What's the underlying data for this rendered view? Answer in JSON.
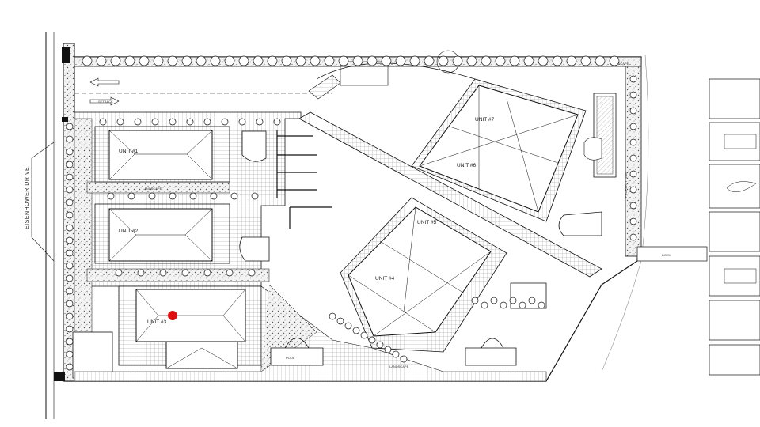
{
  "road": {
    "name": "EISENHOWER DRIVE"
  },
  "labels": {
    "setback": "SETBACK",
    "landscape": "LANDSCAPE",
    "pool": "POOL",
    "property_line": "PROPERTY LINE",
    "dock": "DOCK"
  },
  "units": [
    {
      "label": "UNIT #1"
    },
    {
      "label": "UNIT #2"
    },
    {
      "label": "UNIT #3"
    },
    {
      "label": "UNIT #4"
    },
    {
      "label": "UNIT #5"
    },
    {
      "label": "UNIT #6"
    },
    {
      "label": "UNIT #7"
    }
  ],
  "marker": {
    "color": "#dd1111"
  },
  "colors": {
    "line": "#111111",
    "hatch": "#9a9a9a",
    "background": "#ffffff"
  }
}
